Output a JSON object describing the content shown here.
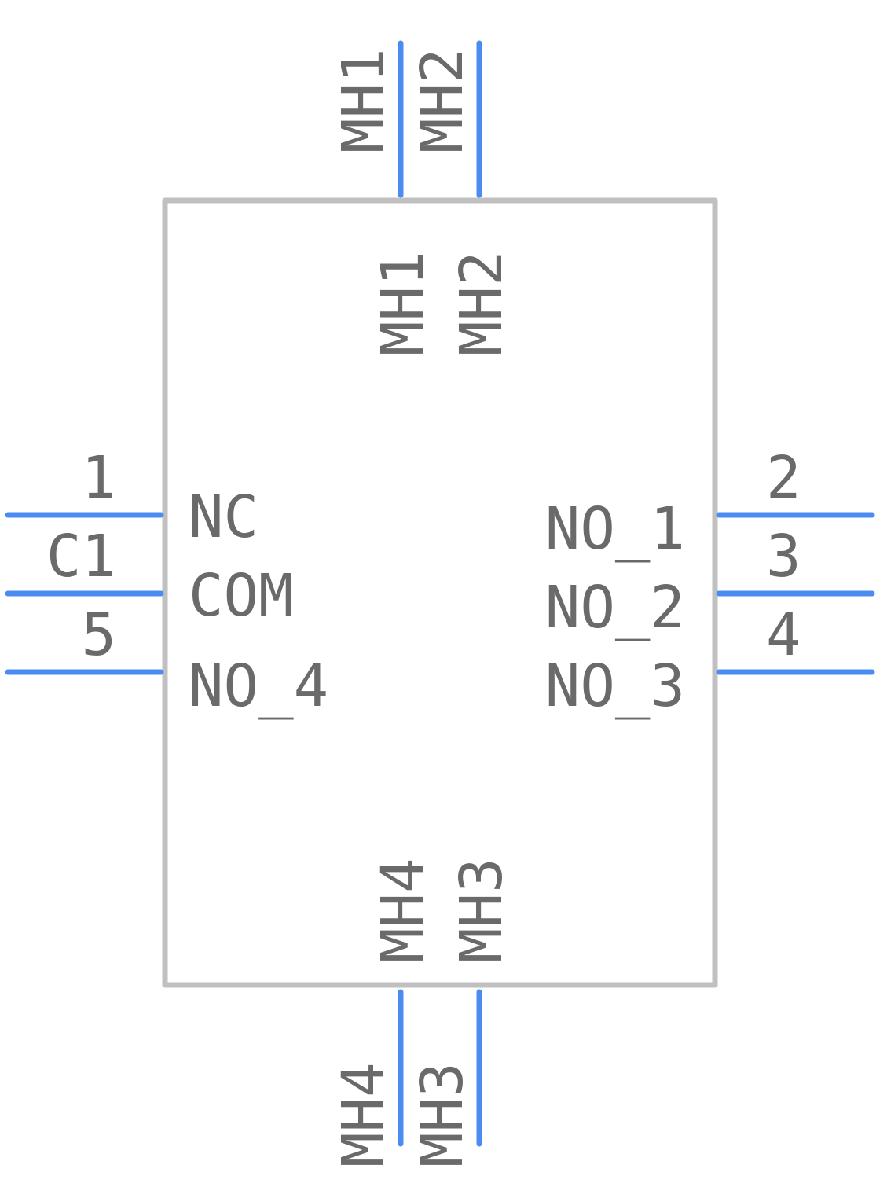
{
  "component": {
    "designator": "C1",
    "colors": {
      "body_outline": "#c0c0c0",
      "pin": "#4a8cf0",
      "text": "#6a6a6a",
      "background": "#ffffff"
    }
  },
  "pins": {
    "p1": {
      "number": "1",
      "name": "NC"
    },
    "p_com": {
      "name": "COM"
    },
    "p5": {
      "number": "5",
      "name": "NO_4"
    },
    "p2": {
      "number": "2",
      "name": "NO_1"
    },
    "p3": {
      "number": "3",
      "name": "NO_2"
    },
    "p4": {
      "number": "4",
      "name": "NO_3"
    },
    "mh1": {
      "number": "MH1",
      "name": "MH1"
    },
    "mh2": {
      "number": "MH2",
      "name": "MH2"
    },
    "mh3": {
      "number": "MH3",
      "name": "MH3"
    },
    "mh4": {
      "number": "MH4",
      "name": "MH4"
    }
  }
}
